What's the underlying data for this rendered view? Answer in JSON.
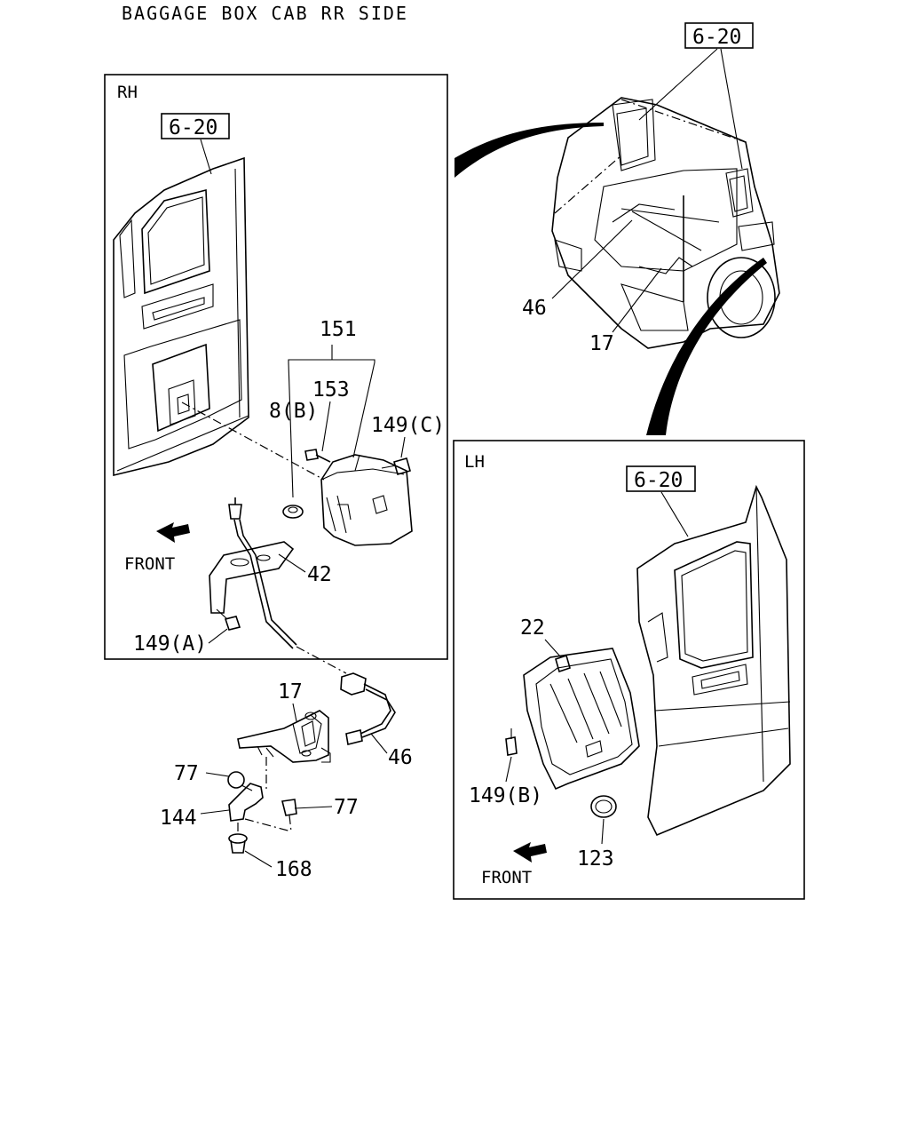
{
  "title": "BAGGAGE BOX CAB RR SIDE",
  "panels": {
    "rh": {
      "label": "RH"
    },
    "lh": {
      "label": "LH"
    }
  },
  "callouts": {
    "ref_top": "6-20",
    "ref_rh": "6-20",
    "ref_lh": "6-20",
    "p151": "151",
    "p153": "153",
    "p8b": "8(B)",
    "p149c": "149(C)",
    "p42": "42",
    "p149a": "149(A)",
    "p17_top": "17",
    "p46_top": "46",
    "p17": "17",
    "p46": "46",
    "p77_left": "77",
    "p77_right": "77",
    "p144": "144",
    "p168": "168",
    "p22": "22",
    "p149b": "149(B)",
    "p123": "123"
  },
  "front_labels": {
    "rh": "FRONT",
    "lh": "FRONT"
  }
}
